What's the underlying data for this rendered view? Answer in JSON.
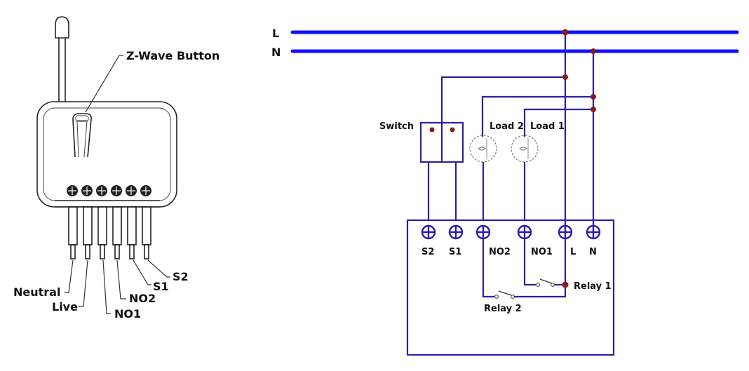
{
  "device": {
    "button_label": "Z-Wave Button",
    "wire_labels": [
      "Neutral",
      "Live",
      "NO1",
      "NO2",
      "S1",
      "S2"
    ]
  },
  "schematic": {
    "bus_labels": {
      "live": "L",
      "neutral": "N"
    },
    "switch_label": "Switch",
    "loads": [
      "Load 2",
      "Load 1"
    ],
    "terminals": [
      "S2",
      "S1",
      "NO2",
      "NO1",
      "L",
      "N"
    ],
    "relays": [
      "Relay 1",
      "Relay 2"
    ]
  },
  "colors": {
    "bus": "#1010ff",
    "wire": "#2b1fa8",
    "junction": "#8b1a1a"
  }
}
